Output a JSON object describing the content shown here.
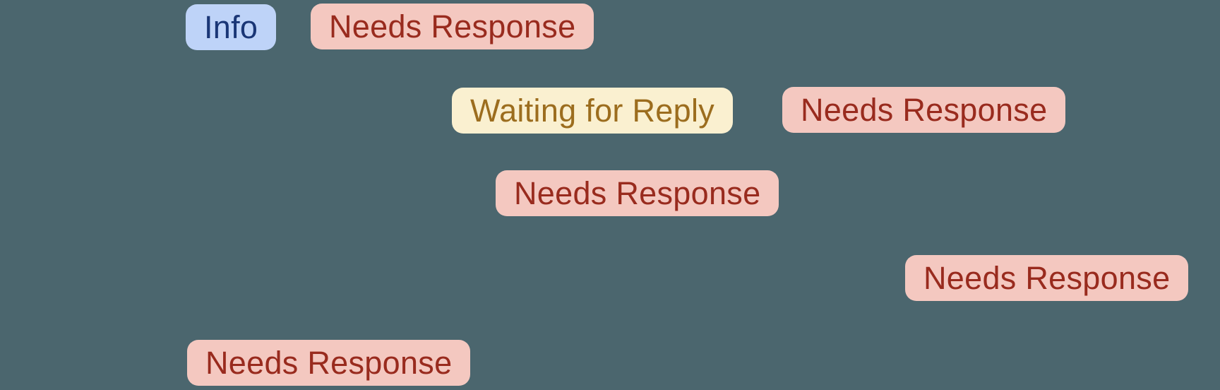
{
  "colors": {
    "background": "#4B666E",
    "statuses": {
      "info": {
        "bg": "#BED3F8",
        "fg": "#1A3676"
      },
      "danger": {
        "bg": "#F4C8C0",
        "fg": "#992B1E"
      },
      "warning": {
        "bg": "#FAF0D0",
        "fg": "#9C6D1E"
      }
    }
  },
  "badges": [
    {
      "label": "Info",
      "status": "info"
    },
    {
      "label": "Needs Response",
      "status": "danger"
    },
    {
      "label": "Waiting for Reply",
      "status": "warning"
    },
    {
      "label": "Needs Response",
      "status": "danger"
    },
    {
      "label": "Needs Response",
      "status": "danger"
    },
    {
      "label": "Needs Response",
      "status": "danger"
    },
    {
      "label": "Needs Response",
      "status": "danger"
    }
  ]
}
